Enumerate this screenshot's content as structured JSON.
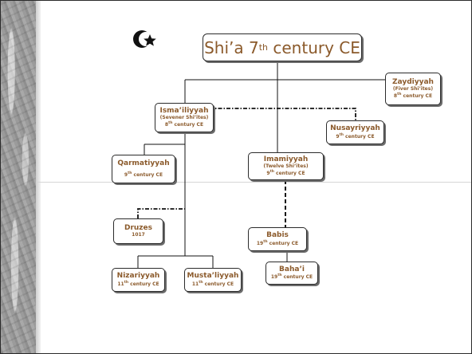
{
  "title": {
    "text": "Shi’a 7",
    "sup": "th",
    "rest": " century CE"
  },
  "logo_icon": "crescent-star-icon",
  "colors": {
    "node_text": "#8b5a2b",
    "border": "#2b2b2b",
    "line": "#111111"
  },
  "nodes": {
    "zaydiyyah": {
      "name": "Zaydiyyah",
      "sub1": "(Fiver Shi’ites)",
      "n": "8",
      "sup": "th",
      "c": " century CE"
    },
    "ismailiyyah": {
      "name": "Isma’iliyyah",
      "sub1": "(Sevener Shi’ites)",
      "n": "8",
      "sup": "th",
      "c": " century CE"
    },
    "nusayriyyah": {
      "name": "Nusayriyyah",
      "n": "9",
      "sup": "th",
      "c": " century CE"
    },
    "qarmatiyyah": {
      "name": "Qarmatiyyah",
      "n": "9",
      "sup": "th",
      "c": " century CE"
    },
    "imamiyyah": {
      "name": "Imamiyyah",
      "sub1": "(Twelve Shi’ites)",
      "n": "9",
      "sup": "th",
      "c": " century CE"
    },
    "druzes": {
      "name": "Druzes",
      "year": "1017"
    },
    "babis": {
      "name": "Babis",
      "n": "19",
      "sup": "th",
      "c": " century CE"
    },
    "bahai": {
      "name": "Baha’i",
      "n": "19",
      "sup": "th",
      "c": " century CE"
    },
    "nizariyyah": {
      "name": "Nizariyyah",
      "n": "11",
      "sup": "th",
      "c": " century CE"
    },
    "mustaliyyah": {
      "name": "Musta’liyyah",
      "n": "11",
      "sup": "th",
      "c": " century CE"
    }
  }
}
